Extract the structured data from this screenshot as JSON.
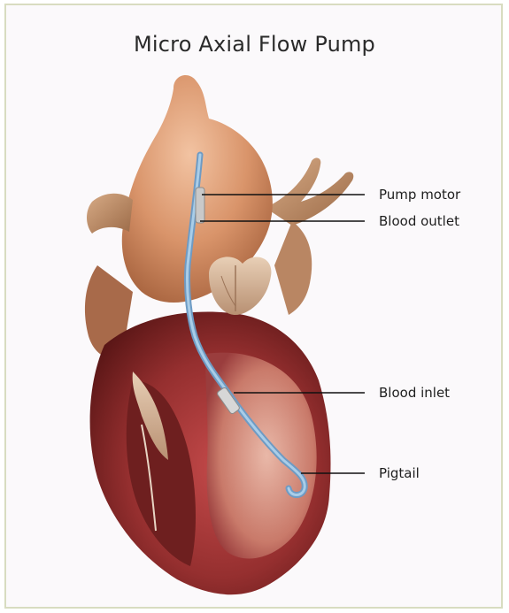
{
  "title": "Micro Axial Flow Pump",
  "labels": {
    "pump_motor": "Pump motor",
    "blood_outlet": "Blood outlet",
    "blood_inlet": "Blood inlet",
    "pigtail": "Pigtail"
  },
  "colors": {
    "aorta": "#d9946a",
    "myocardium": "#8e2a2a",
    "chamber_wall": "#c04848",
    "catheter": "#8fb8d8",
    "leader_line": "#111111"
  }
}
